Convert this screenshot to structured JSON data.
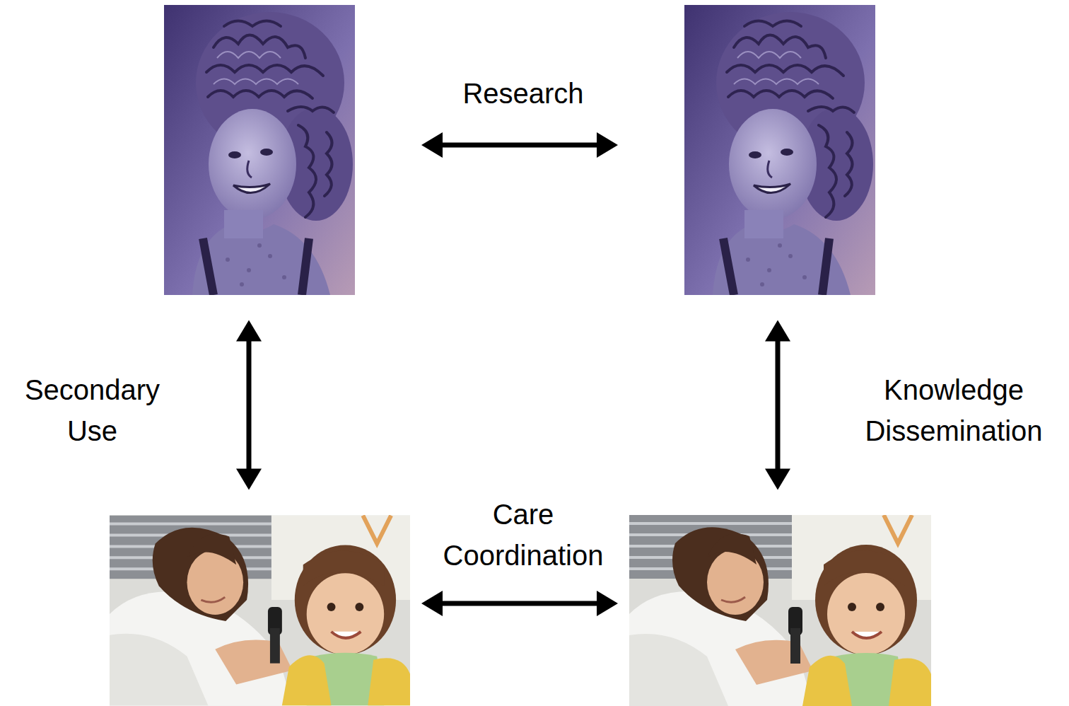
{
  "diagram": {
    "nodes": [
      {
        "text": []
      },
      {
        "text": []
      },
      {
        "text": []
      },
      {
        "text": []
      }
    ],
    "edges": [
      {
        "from": 0,
        "to": 1,
        "arrow": "both",
        "label": "Research"
      },
      {
        "from": 0,
        "to": 2,
        "arrow": "both",
        "label": "Secondary Use"
      },
      {
        "from": 1,
        "to": 3,
        "arrow": "both",
        "label": "Knowledge Dissemination"
      },
      {
        "from": 2,
        "to": 3,
        "arrow": "both",
        "label": "Care Coordination"
      }
    ]
  }
}
